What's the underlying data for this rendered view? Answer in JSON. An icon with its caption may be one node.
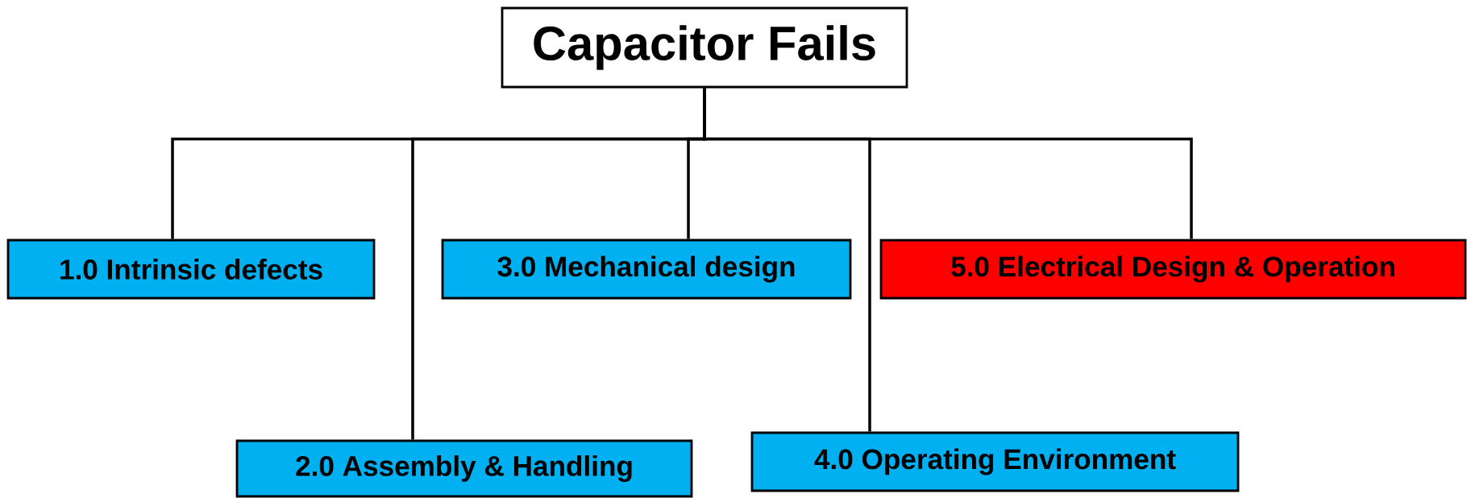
{
  "diagram": {
    "nodes": [
      {
        "text": [
          "Capacitor Fails"
        ]
      },
      {
        "text": [
          "1.0 Intrinsic defects"
        ]
      },
      {
        "text": [
          "2.0 Assembly & Handling"
        ]
      },
      {
        "text": [
          "3.0 Mechanical design"
        ]
      },
      {
        "text": [
          "4.0 Operating Environment"
        ]
      },
      {
        "text": [
          "5.0 Electrical Design & Operation"
        ]
      }
    ],
    "edges": [
      {
        "from": 0,
        "to": 1,
        "arrow": "none"
      },
      {
        "from": 0,
        "to": 2,
        "arrow": "none"
      },
      {
        "from": 0,
        "to": 3,
        "arrow": "none"
      },
      {
        "from": 0,
        "to": 4,
        "arrow": "none"
      },
      {
        "from": 0,
        "to": 5,
        "arrow": "none"
      }
    ]
  }
}
